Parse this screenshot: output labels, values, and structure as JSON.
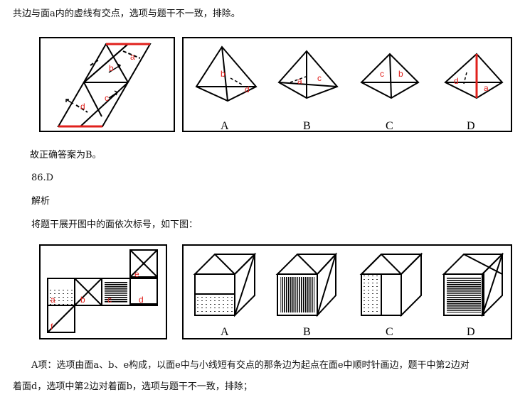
{
  "lines": {
    "l1": "共边与面a内的虚线有交点，选项与题干不一致，排除。",
    "l2": "故正确答案为B。",
    "l3": "86.D",
    "l4": "解析",
    "l5": "将题干展开图中的面依次标号，如下图：",
    "l6": "A项：选项由面a、b、e构成，以面e中与小线短有交点的那条边为起点在面e中顺时针画边，题干中第2边对",
    "l7": "着面d，选项中第2边对着面b，选项与题干不一致，排除；"
  },
  "figure1": {
    "net_labels": [
      "a",
      "b",
      "c",
      "d"
    ],
    "options": [
      "A",
      "B",
      "C",
      "D"
    ],
    "option_labels": {
      "A": [
        "b",
        "d"
      ],
      "B": [
        "a",
        "c"
      ],
      "C": [
        "c",
        "b"
      ],
      "D": [
        "d",
        "a"
      ]
    }
  },
  "figure2": {
    "net_labels": [
      "a",
      "b",
      "c",
      "d",
      "e",
      "f"
    ],
    "options": [
      "A",
      "B",
      "C",
      "D"
    ]
  },
  "colors": {
    "accent_red": "#e0201c",
    "ink": "#000000"
  }
}
